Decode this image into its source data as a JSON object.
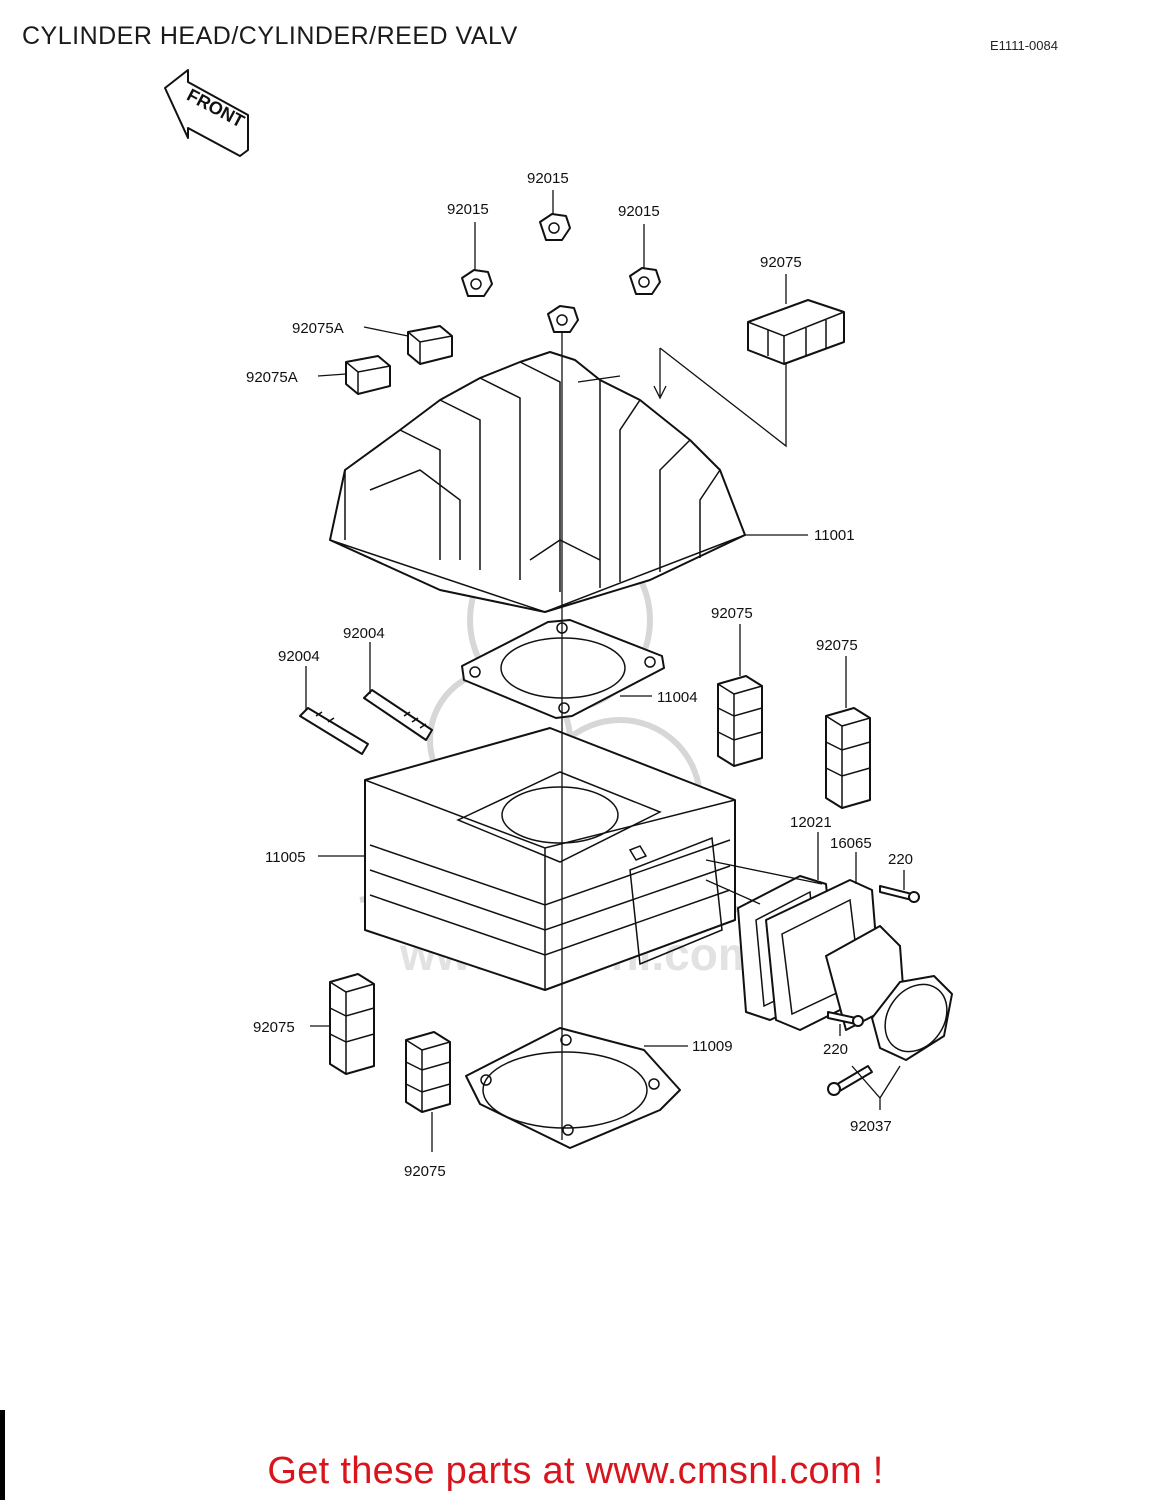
{
  "title": "CYLINDER HEAD/CYLINDER/REED VALV",
  "diagram_code": "E1111-0084",
  "front_label": "FRONT",
  "promo": "Get these parts at www.cmsnl.com !",
  "watermark": "www.cmsnl.com",
  "labels": {
    "nut_left": "92015",
    "nut_center": "92015",
    "nut_right": "92015",
    "damper_top_right": "92075",
    "damper_a_upper": "92075A",
    "damper_a_lower": "92075A",
    "head": "11001",
    "stud_short": "92004",
    "stud_long": "92004",
    "head_gasket": "11004",
    "damper_mid_left": "92075",
    "damper_mid_right": "92075",
    "cylinder": "11005",
    "reed_gasket": "12021",
    "reed_valve": "16065",
    "screw_upper": "220",
    "base_gasket": "11009",
    "damper_low_left": "92075",
    "damper_low_center": "92075",
    "screw_lower": "220",
    "clamp_bolt": "92037"
  }
}
